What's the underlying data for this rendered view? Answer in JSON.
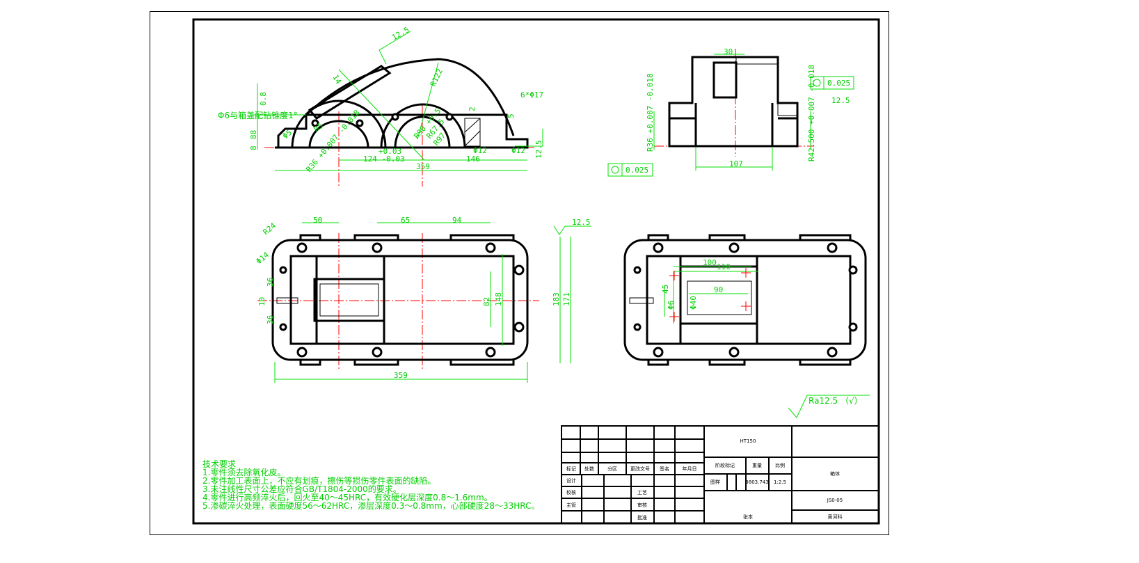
{
  "colors": {
    "outline": "#000000",
    "dimension": "#00d000",
    "centerline": "#ff0000"
  },
  "front_view": {
    "dims": [
      "12.5",
      "R122",
      "14",
      "0.8",
      "Φ6与箱盖配钻锥度1°",
      "88",
      "8",
      "R36 +0.007 -0.018",
      "R5",
      "Φ5",
      "R90 +0.5",
      "R67.5",
      "R97",
      "6*Φ17",
      "2",
      "5",
      "Φ12",
      "Φ12",
      "12.5",
      "+0.03",
      "124 -0.03",
      "146",
      "359"
    ]
  },
  "side_view": {
    "dims": [
      "30",
      "R36 +0.007 -0.018",
      "107",
      "R42.500 +0.007 -0.018",
      "12.5"
    ],
    "tolerance_left": "0.025",
    "tolerance_right": "0.025"
  },
  "top_view": {
    "dims": [
      "50",
      "65",
      "94",
      "12.5",
      "R24",
      "Φ14",
      "36",
      "10",
      "36",
      "82",
      "148",
      "183",
      "171",
      "359"
    ]
  },
  "right_plan_view": {
    "dims": [
      "100",
      "110",
      "45",
      "90",
      "Φ6",
      "Φ40"
    ]
  },
  "roughness_note": "Ra12.5 （√）",
  "technical_requirements": {
    "title": "技术要求",
    "items": [
      "1.零件须去除氧化皮。",
      "2.零件加工表面上，不应有划痕，擦伤等损伤零件表面的缺陷。",
      "3.未注线性尺寸公差应符合GB/T1804-2000的要求。",
      "4.零件进行高频淬火后，回火至40～45HRC，有效硬化层深度0.8～1.6mm。",
      "5.渗碳淬火处理，表面硬度56～62HRC，渗层深度0.3～0.8mm，心部硬度28～33HRC。"
    ]
  },
  "title_block": {
    "header_labels": [
      "标记",
      "处数",
      "分区",
      "更改文号",
      "签名",
      "年月日"
    ],
    "design": "设计",
    "check": "校核",
    "process": "工艺",
    "supervisor": "主管",
    "review": "审核",
    "approve": "批准",
    "material": "HT150",
    "stage_label": "阶段标记",
    "weight_label": "重量",
    "scale_label": "比例",
    "drawing_label": "图样",
    "weight": "3803.743",
    "scale": "1:2.5",
    "part_name": "箱体",
    "drawing_number": "JS0-05",
    "sheet": "张本",
    "company": "黄河科"
  }
}
